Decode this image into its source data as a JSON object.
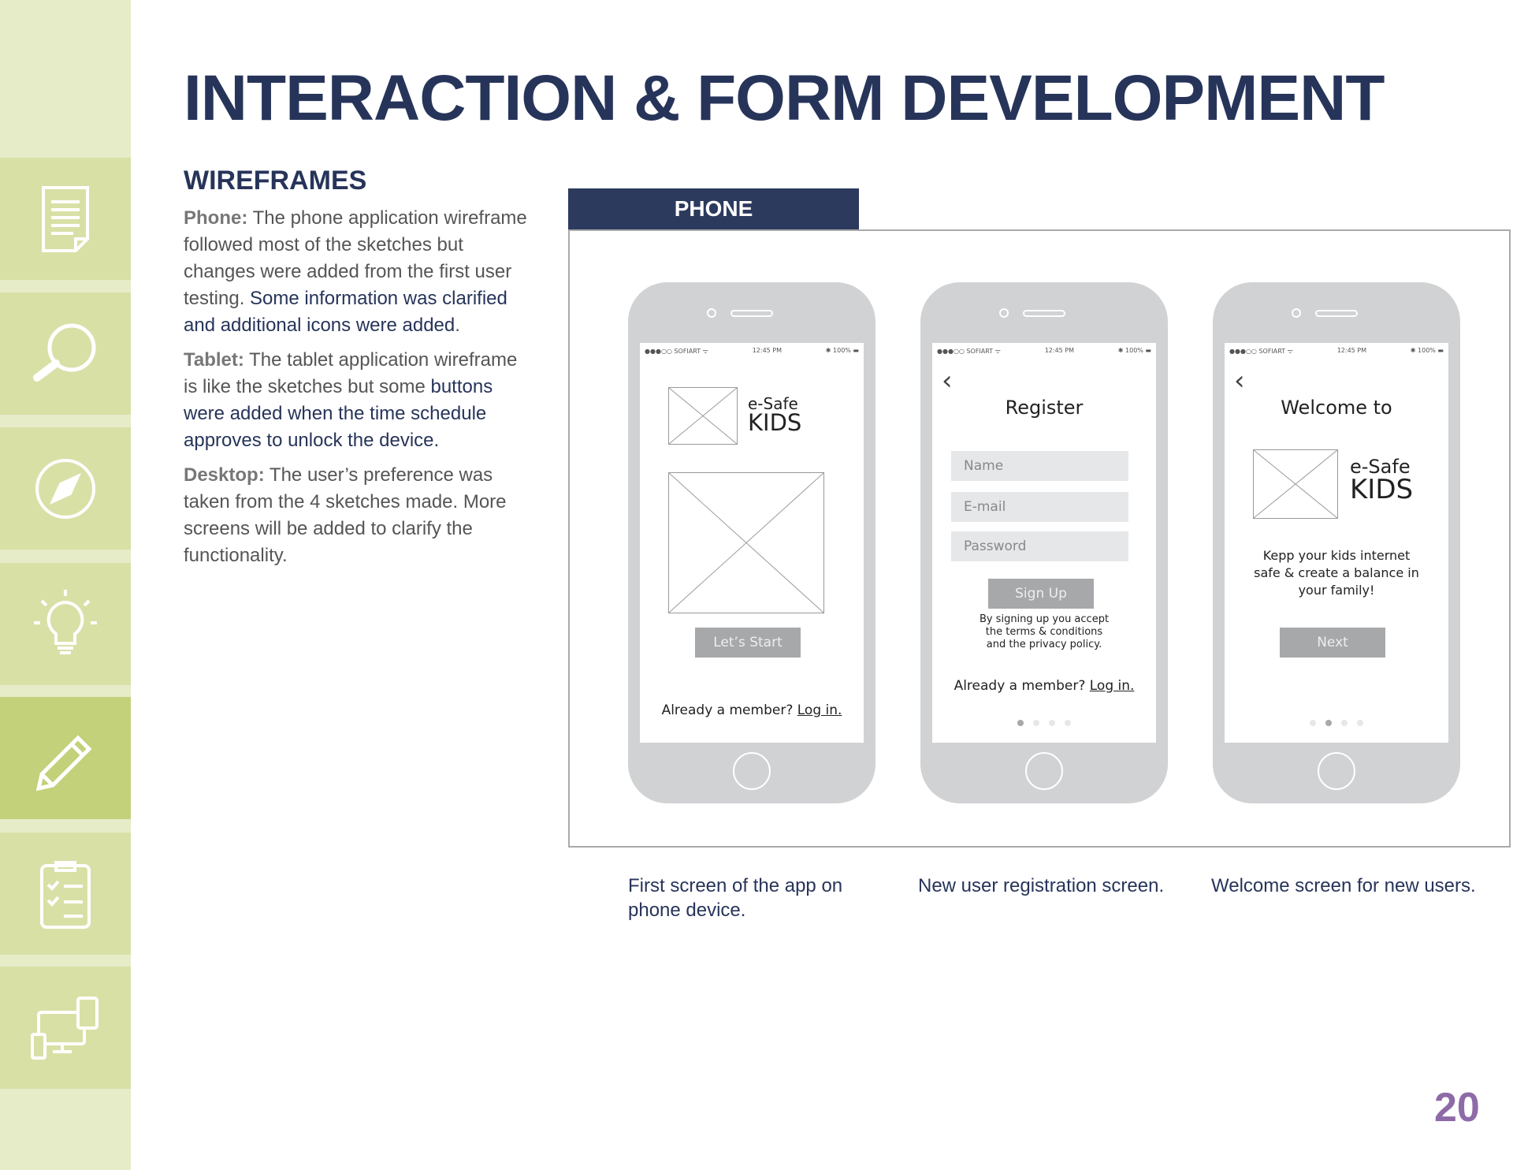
{
  "title": "INTERACTION & FORM DEVELOPMENT",
  "subtitle": "WIREFRAMES",
  "sidebar": {
    "icons": [
      "document-icon",
      "search-icon",
      "compass-icon",
      "lightbulb-icon",
      "pencil-icon",
      "clipboard-checklist-icon",
      "devices-icon"
    ],
    "active": "pencil-icon"
  },
  "body": {
    "phone_label": "Phone:",
    "phone_text": " The phone application wireframe followed most of the sketches but changes were added from the first user testing. ",
    "phone_bold": "Some information was clarified and additional icons were added",
    "phone_end": ".",
    "tablet_label": "Tablet:",
    "tablet_text": " The tablet application wireframe is like the sketches but some ",
    "tablet_bold": "buttons were added when the time schedule approves to unlock the device.",
    "desktop_label": "Desktop:",
    "desktop_text": " The user’s preference was taken from the 4 sketches made. More screens will be added to clarify the functionality."
  },
  "tab": "PHONE",
  "status": {
    "carrier": "●●●○○ SOFIART ᯤ",
    "time": "12:45 PM",
    "battery": "✱ 100% ▬"
  },
  "screen1": {
    "brand_small": "e-Safe",
    "brand_big": "KIDS",
    "button": "Let’s Start",
    "member": "Already a member? ",
    "login": "Log in."
  },
  "screen2": {
    "back": "‹",
    "heading": "Register",
    "fields": [
      "Name",
      "E-mail",
      "Password"
    ],
    "button": "Sign Up",
    "terms": "By signing up you accept the terms & conditions and the privacy policy.",
    "member": "Already a member? ",
    "login": "Log in."
  },
  "screen3": {
    "back": "‹",
    "heading": "Welcome to",
    "brand_small": "e-Safe",
    "brand_big": "KIDS",
    "text": "Kepp your kids internet safe & create a balance in your family!",
    "button": "Next"
  },
  "captions": [
    "First screen of the app on phone device.",
    "New user registration screen.",
    "Welcome screen for new users."
  ],
  "page_number": "20"
}
